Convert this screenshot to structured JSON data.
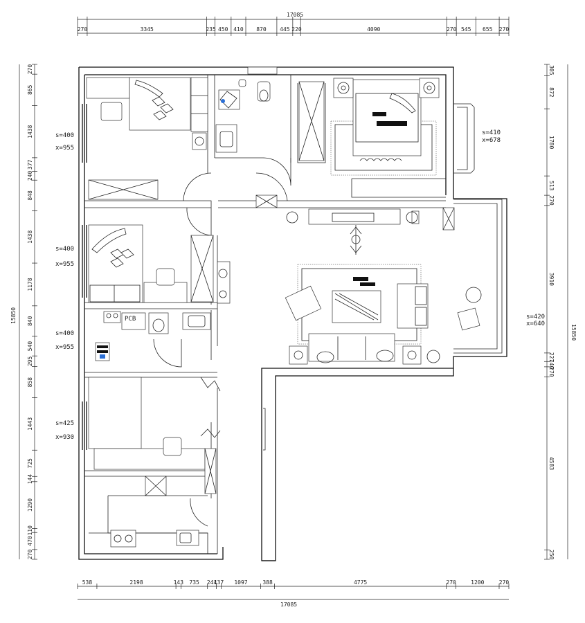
{
  "dimensions": {
    "top_total": "17085",
    "bottom_total": "17085",
    "left_total": "15850",
    "right_total": "15850",
    "top": [
      "270",
      "3345",
      "235",
      "450",
      "410",
      "870",
      "445",
      "220",
      "4090",
      "270",
      "545",
      "655",
      "270"
    ],
    "bottom": [
      "538",
      "2198",
      "143",
      "735",
      "244",
      "137",
      "1097",
      "388",
      "4775",
      "270",
      "1200",
      "270"
    ],
    "left": [
      "270",
      "865",
      "1438",
      "377",
      "240",
      "848",
      "1438",
      "1178",
      "840",
      "540",
      "295",
      "858",
      "1443",
      "725",
      "144",
      "1290",
      "110",
      "470",
      "270"
    ],
    "right": [
      "305",
      "872",
      "1780",
      "513",
      "270",
      "3910",
      "227",
      "140",
      "270",
      "4583",
      "250"
    ]
  },
  "room_labels": [
    {
      "a": "s=400",
      "b": "x=955"
    },
    {
      "a": "s=400",
      "b": "x=955"
    },
    {
      "a": "s=400",
      "b": "x=955"
    },
    {
      "a": "s=425",
      "b": "x=930"
    },
    {
      "a": "s=410",
      "b": "x=678"
    },
    {
      "a": "s=420",
      "b": "x=640"
    }
  ],
  "fixture_labels": {
    "washer": "PCB"
  },
  "icons": [
    "compass-arrow-icon",
    "plant-icon",
    "lamp-icon",
    "stove-icon",
    "sink-icon",
    "toilet-icon"
  ]
}
